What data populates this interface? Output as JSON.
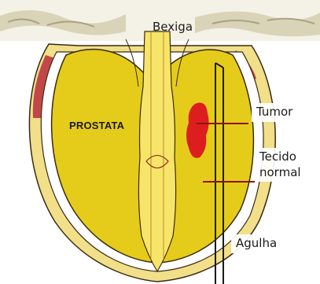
{
  "labels": {
    "bladder": "Bexiga",
    "prostate": "PROSTATA",
    "tumor": "Tumor",
    "normal_tissue": "Tecido normal",
    "needle": "Agulha"
  },
  "colors": {
    "prostate_fill": "#e6cc1a",
    "prostate_outline": "#3a2a10",
    "capsule_outer": "#f1df8a",
    "capsule_red": "#c24848",
    "tumor": "#dd1e1e",
    "leader_line": "#8a1515",
    "needle": "#1a1a1a",
    "bladder_tissue": "#d9d3b8",
    "background": "#ffffff"
  }
}
